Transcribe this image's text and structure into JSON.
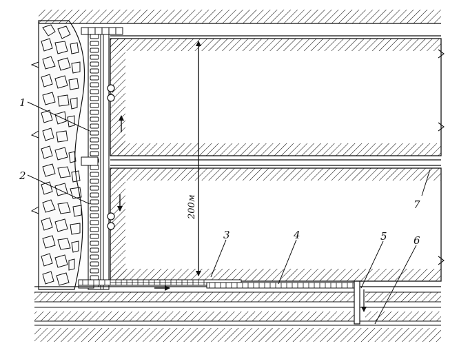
{
  "dimension": {
    "text": "200м"
  },
  "callouts": [
    {
      "id": "1",
      "text": "1"
    },
    {
      "id": "2",
      "text": "2"
    },
    {
      "id": "3",
      "text": "3"
    },
    {
      "id": "4",
      "text": "4"
    },
    {
      "id": "5",
      "text": "5"
    },
    {
      "id": "6",
      "text": "6"
    },
    {
      "id": "7",
      "text": "7"
    }
  ],
  "colors": {
    "ink": "#111111",
    "paper": "#ffffff"
  }
}
